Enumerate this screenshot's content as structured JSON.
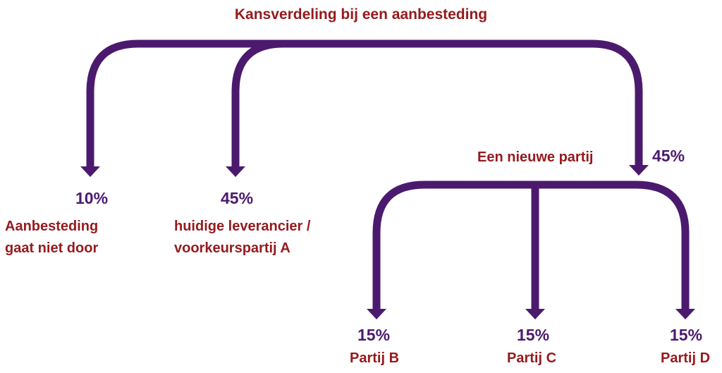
{
  "title": "Kansverdeling bij een aanbesteding",
  "nodes": {
    "not_continued": {
      "percent": "10%",
      "label_line1": "Aanbesteding",
      "label_line2": "gaat niet door"
    },
    "current_supplier": {
      "percent": "45%",
      "label_line1": "huidige leverancier /",
      "label_line2": "voorkeurspartij A"
    },
    "new_party": {
      "percent": "45%",
      "label": "Een nieuwe partij"
    },
    "party_b": {
      "percent": "15%",
      "label": "Partij B"
    },
    "party_c": {
      "percent": "15%",
      "label": "Partij C"
    },
    "party_d": {
      "percent": "15%",
      "label": "Partij D"
    }
  },
  "colors": {
    "arrow": "#4b1a6e",
    "text_red": "#951a1d",
    "text_purple": "#4b1a6e"
  }
}
